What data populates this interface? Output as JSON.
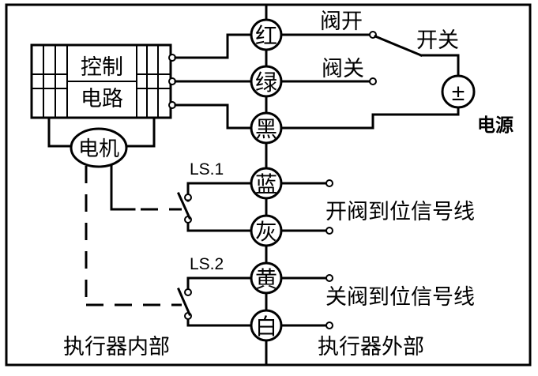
{
  "actuator": {
    "control_circuit": [
      "控制",
      "电路"
    ],
    "motor": "电机",
    "inside_label": "执行器内部"
  },
  "terminals": {
    "red": "红",
    "green": "绿",
    "black": "黑",
    "blue": "蓝",
    "gray": "灰",
    "yellow": "黄",
    "white": "白"
  },
  "limit_switches": {
    "ls1": "LS.1",
    "ls2": "LS.2"
  },
  "external": {
    "valve_open": "阀开",
    "valve_close": "阀关",
    "switch": "开关",
    "power_symbol": "±",
    "power_label": "电源",
    "open_signal": "开阀到位信号线",
    "close_signal": "关阀到位信号线",
    "outside_label": "执行器外部"
  }
}
